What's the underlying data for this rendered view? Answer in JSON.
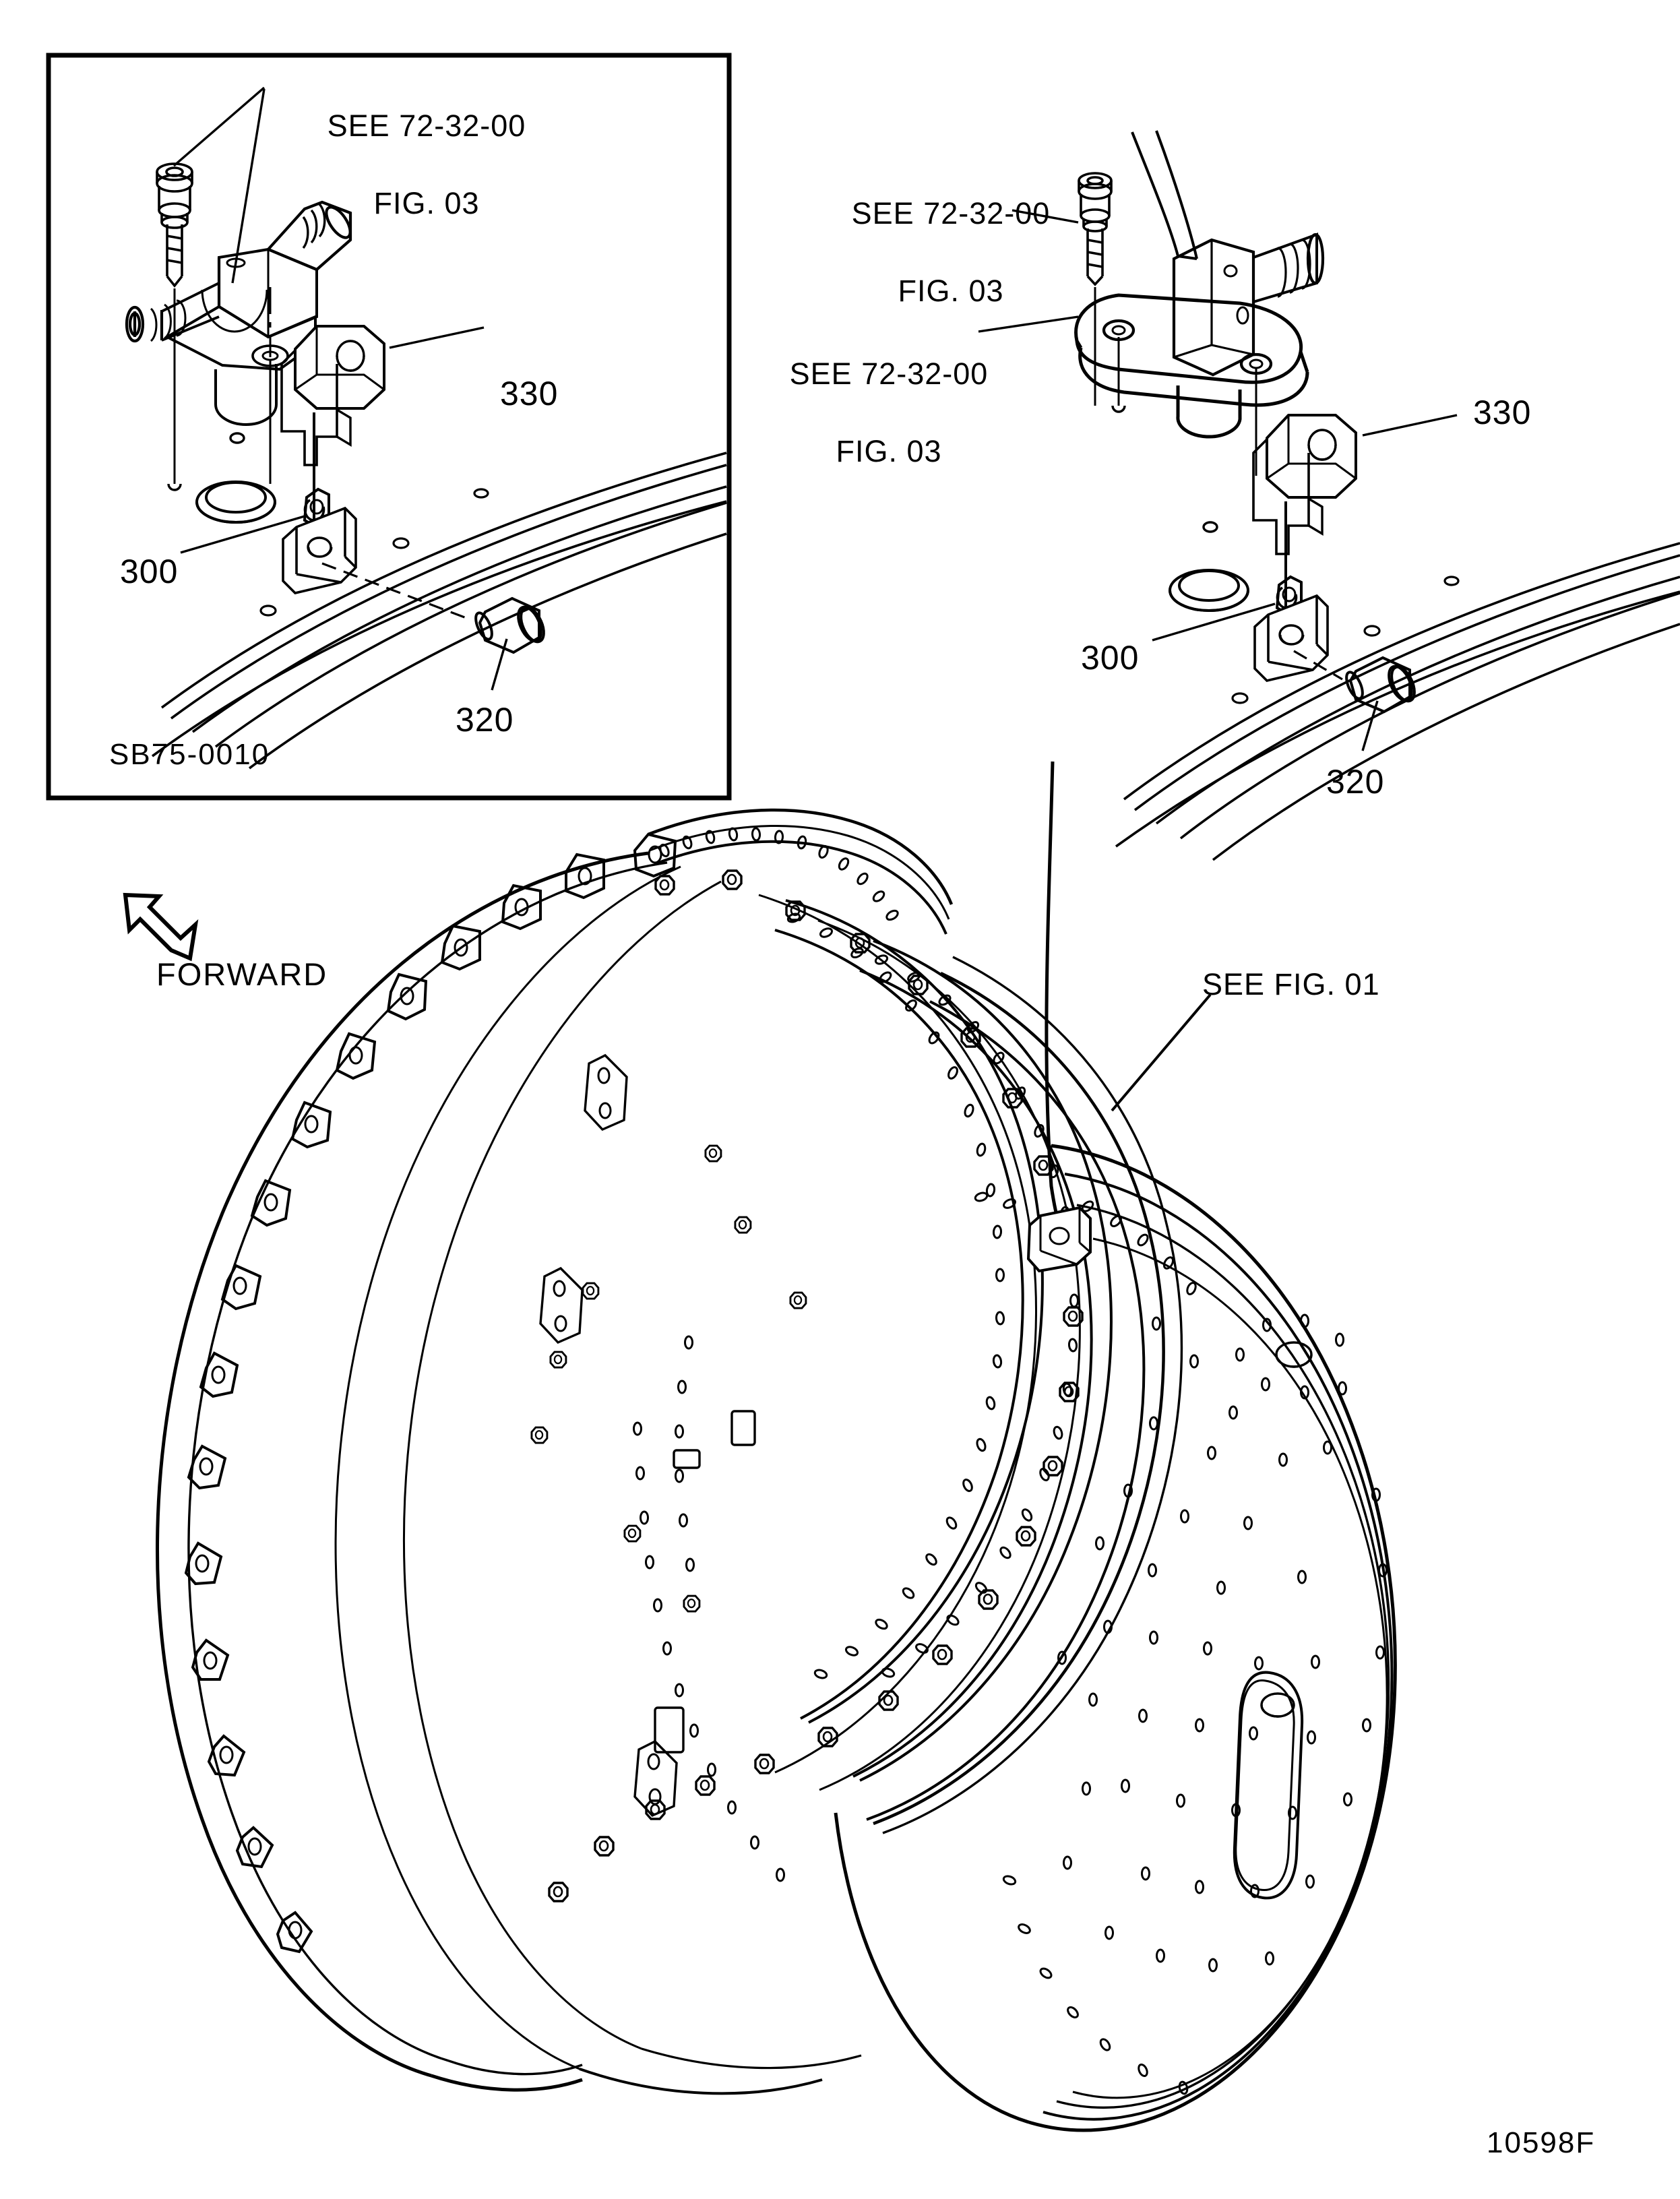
{
  "figure": {
    "number": "10598F",
    "forward_label": "FORWARD",
    "forward_arrow_icon": "forward-arrow-icon"
  },
  "inset": {
    "sb_reference": "SB75-0010",
    "callout_1_line_1": "SEE 72-32-00",
    "callout_1_line_2": "FIG. 03",
    "item_330": "330",
    "item_300": "300",
    "item_320": "320"
  },
  "detail": {
    "callout_1_line_1": "SEE 72-32-00",
    "callout_1_line_2": "FIG. 03",
    "callout_2_line_1": "SEE 72-32-00",
    "callout_2_line_2": "FIG. 03",
    "item_330": "330",
    "item_300": "300",
    "item_320": "320"
  },
  "main": {
    "see_fig_01": "SEE FIG. 01"
  },
  "colors": {
    "line": "#000000",
    "background": "#ffffff"
  }
}
